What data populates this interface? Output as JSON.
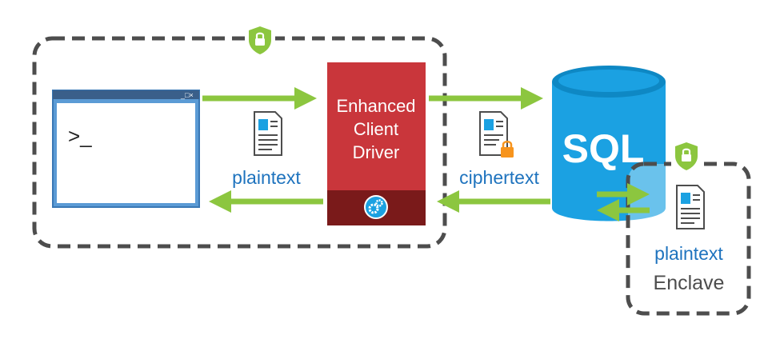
{
  "client_boundary": {
    "shield_icon": "shield-lock-icon"
  },
  "console_window": {
    "prompt": ">_",
    "buttons": [
      "–",
      "□",
      "×"
    ]
  },
  "driver": {
    "title_lines": [
      "Enhanced",
      "Client",
      "Driver"
    ],
    "icon": "gears-icon"
  },
  "labels": {
    "client_plaintext": "plaintext",
    "ciphertext": "ciphertext",
    "enclave_plaintext": "plaintext",
    "enclave": "Enclave"
  },
  "database": {
    "label": "SQL"
  },
  "colors": {
    "arrow": "#8CC63F",
    "driver_red": "#C1272D",
    "driver_dark": "#7A1A1A",
    "db_blue": "#1BA1E2",
    "text_blue": "#1E73BE",
    "boundary": "#4D4D4D",
    "shield": "#8CC63F",
    "lock": "#F7941D"
  }
}
